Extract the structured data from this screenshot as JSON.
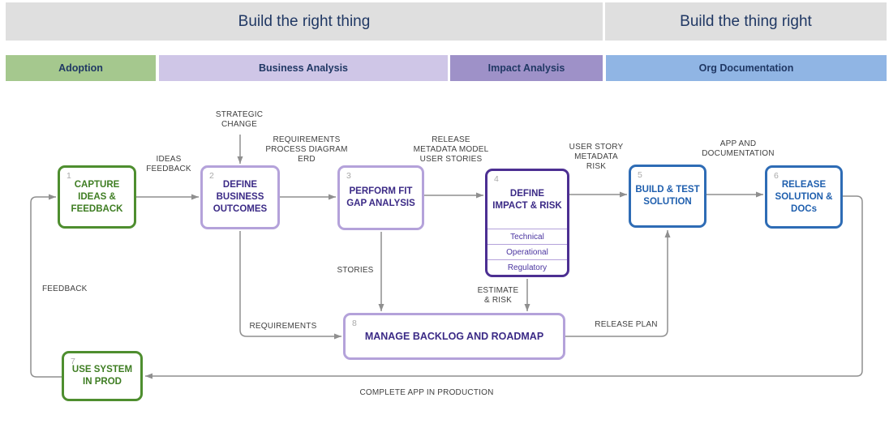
{
  "header": {
    "left_title": "Build the right thing",
    "right_title": "Build the thing right"
  },
  "lanes": [
    {
      "label": "Adoption"
    },
    {
      "label": "Business Analysis"
    },
    {
      "label": "Impact Analysis"
    },
    {
      "label": "Org Documentation"
    }
  ],
  "boxes": {
    "capture": {
      "number": "1",
      "lines": [
        "CAPTURE",
        "IDEAS &",
        "FEEDBACK"
      ]
    },
    "define_outcomes": {
      "number": "2",
      "lines": [
        "DEFINE",
        "BUSINESS",
        "OUTCOMES"
      ]
    },
    "fit_gap": {
      "number": "3",
      "lines": [
        "PERFORM FIT",
        "GAP ANALYSIS"
      ]
    },
    "impact_risk": {
      "number": "4",
      "lines": [
        "DEFINE",
        "IMPACT & RISK"
      ],
      "rows": [
        "Technical",
        "Operational",
        "Regulatory"
      ]
    },
    "build_test": {
      "number": "5",
      "lines": [
        "BUILD & TEST",
        "SOLUTION"
      ]
    },
    "release": {
      "number": "6",
      "lines": [
        "RELEASE",
        "SOLUTION &",
        "DOCs"
      ]
    },
    "use_system": {
      "number": "7",
      "lines": [
        "USE SYSTEM",
        "IN PROD"
      ]
    },
    "backlog": {
      "number": "8",
      "lines": [
        "MANAGE BACKLOG AND ROADMAP"
      ]
    }
  },
  "edge_labels": {
    "ideas_feedback": [
      "IDEAS",
      "FEEDBACK"
    ],
    "strategic_change": [
      "STRATEGIC",
      "CHANGE"
    ],
    "requirements_process": [
      "REQUIREMENTS",
      "PROCESS DIAGRAM",
      "ERD"
    ],
    "release_metadata": [
      "RELEASE",
      "METADATA MODEL",
      "USER STORIES"
    ],
    "user_story_metadata": [
      "USER STORY",
      "METADATA",
      "RISK"
    ],
    "app_documentation": [
      "APP AND",
      "DOCUMENTATION"
    ],
    "stories": [
      "STORIES"
    ],
    "estimate_risk": [
      "ESTIMATE",
      "& RISK"
    ],
    "requirements": [
      "REQUIREMENTS"
    ],
    "release_plan": [
      "RELEASE PLAN"
    ],
    "feedback": [
      "FEEDBACK"
    ],
    "complete_app": [
      "COMPLETE APP IN PRODUCTION"
    ]
  },
  "colors": {
    "header_bg": "#dfdfdf",
    "header_text": "#203864",
    "lane_adoption": "#a5c88e",
    "lane_business": "#cfc6e7",
    "lane_impact": "#9e91c8",
    "lane_org": "#90b5e4",
    "lane_text": "#203864",
    "green_border": "#4e8e2f",
    "green_text": "#3e7d22",
    "purple_light_border": "#b4a2da",
    "purple_text": "#3b2a86",
    "purple_dark_border": "#4c2f92",
    "purple_row_text": "#4b35a0",
    "blue_border": "#2e6cb5",
    "blue_text": "#1f5fae",
    "connector": "#8f8f8f",
    "label_text": "#3f3f3f",
    "number_text": "#a9a9a9"
  }
}
